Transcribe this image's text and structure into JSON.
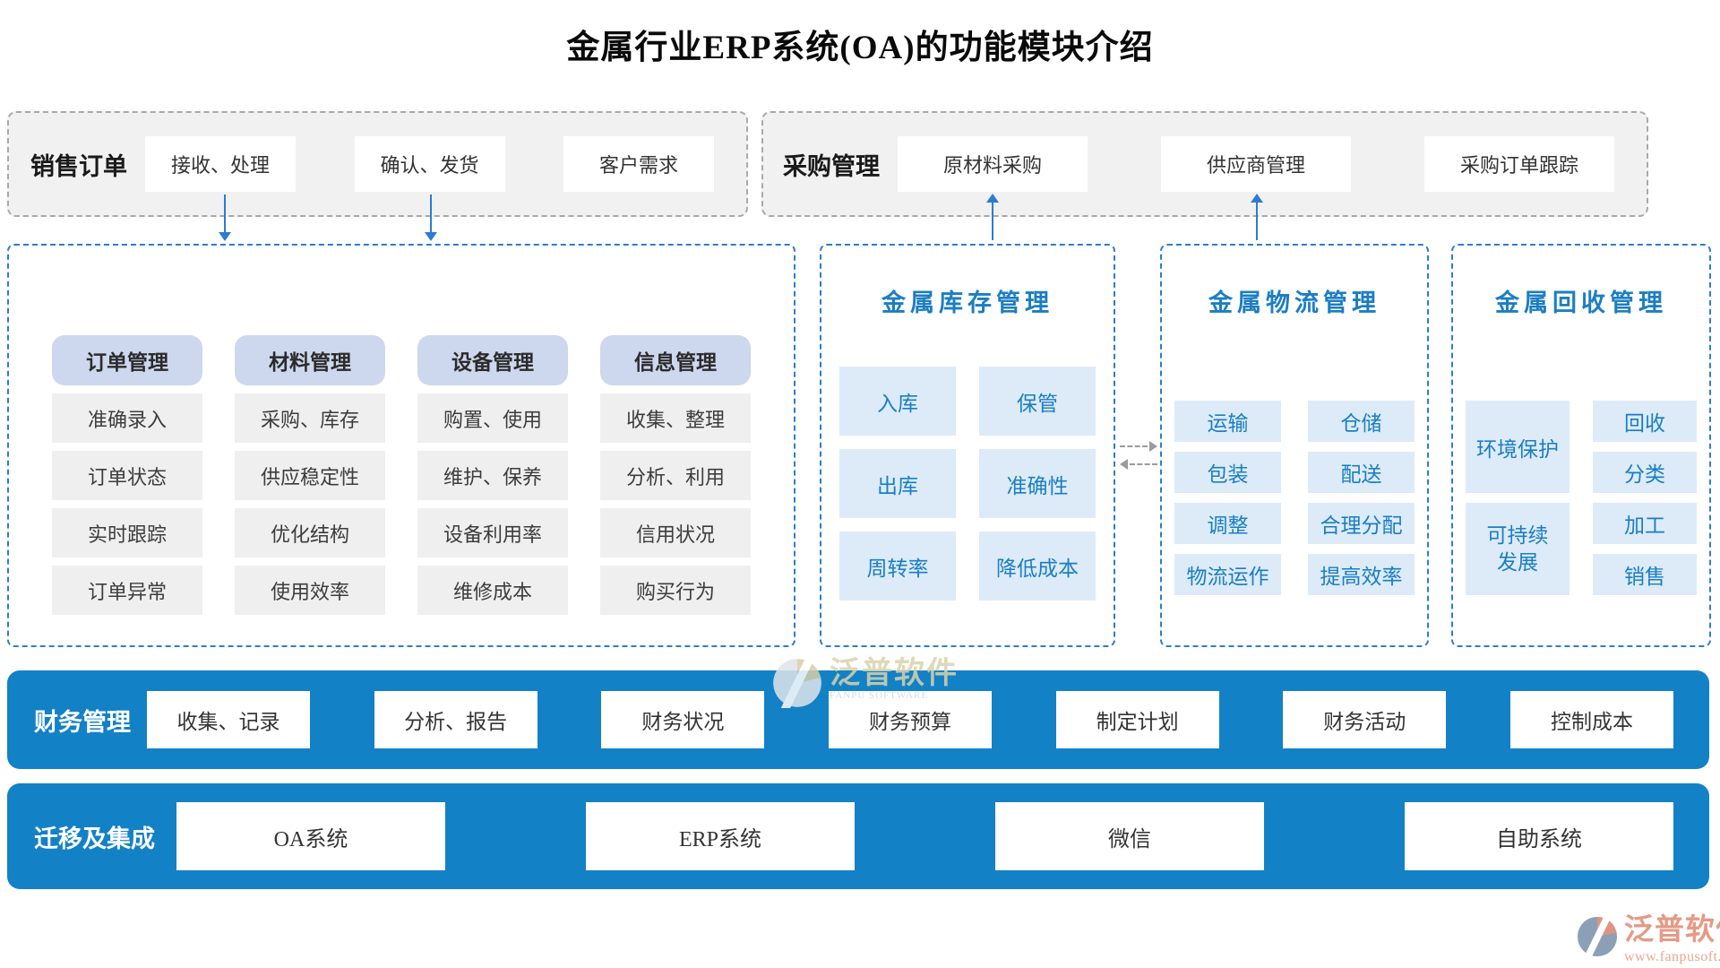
{
  "title": "金属行业ERP系统(OA)的功能模块介绍",
  "colors": {
    "accent_blue_dashed": "#2b7cd3",
    "bar_blue": "#1381c6",
    "cell_blue_bg": "#dcebf7",
    "cell_blue_text": "#1b7ec2",
    "header_lavender": "#cdd7ed",
    "cell_gray": "#efefef",
    "top_box_gray": "#f1f1f1",
    "watermark_salmon": "#e59a84"
  },
  "sales_box": {
    "label": "销售订单",
    "buttons": [
      "接收、处理",
      "确认、发货",
      "客户需求"
    ]
  },
  "purchase_box": {
    "label": "采购管理",
    "buttons": [
      "原材料采购",
      "供应商管理",
      "采购订单跟踪"
    ]
  },
  "modules_box": {
    "columns": [
      {
        "header": "订单管理",
        "items": [
          "准确录入",
          "订单状态",
          "实时跟踪",
          "订单异常"
        ]
      },
      {
        "header": "材料管理",
        "items": [
          "采购、库存",
          "供应稳定性",
          "优化结构",
          "使用效率"
        ]
      },
      {
        "header": "设备管理",
        "items": [
          "购置、使用",
          "维护、保养",
          "设备利用率",
          "维修成本"
        ]
      },
      {
        "header": "信息管理",
        "items": [
          "收集、整理",
          "分析、利用",
          "信用状况",
          "购买行为"
        ]
      }
    ]
  },
  "inventory_box": {
    "title": "金属库存管理",
    "items": [
      "入库",
      "保管",
      "出库",
      "准确性",
      "周转率",
      "降低成本"
    ]
  },
  "logistics_box": {
    "title": "金属物流管理",
    "items": [
      "运输",
      "仓储",
      "包装",
      "配送",
      "调整",
      "合理分配",
      "物流运作",
      "提高效率"
    ]
  },
  "recycle_box": {
    "title": "金属回收管理",
    "left_items": [
      "环境保护",
      "可持续\n发展"
    ],
    "right_items": [
      "回收",
      "分类",
      "加工",
      "销售"
    ]
  },
  "finance_bar": {
    "label": "财务管理",
    "buttons": [
      "收集、记录",
      "分析、报告",
      "财务状况",
      "财务预算",
      "制定计划",
      "财务活动",
      "控制成本"
    ]
  },
  "integration_bar": {
    "label": "迁移及集成",
    "buttons": [
      "OA系统",
      "ERP系统",
      "微信",
      "自助系统"
    ]
  },
  "watermark": {
    "brand": "泛普软件",
    "brand_sub": "FANPU SOFTWARE",
    "url": "www.fanpusoft.com"
  }
}
